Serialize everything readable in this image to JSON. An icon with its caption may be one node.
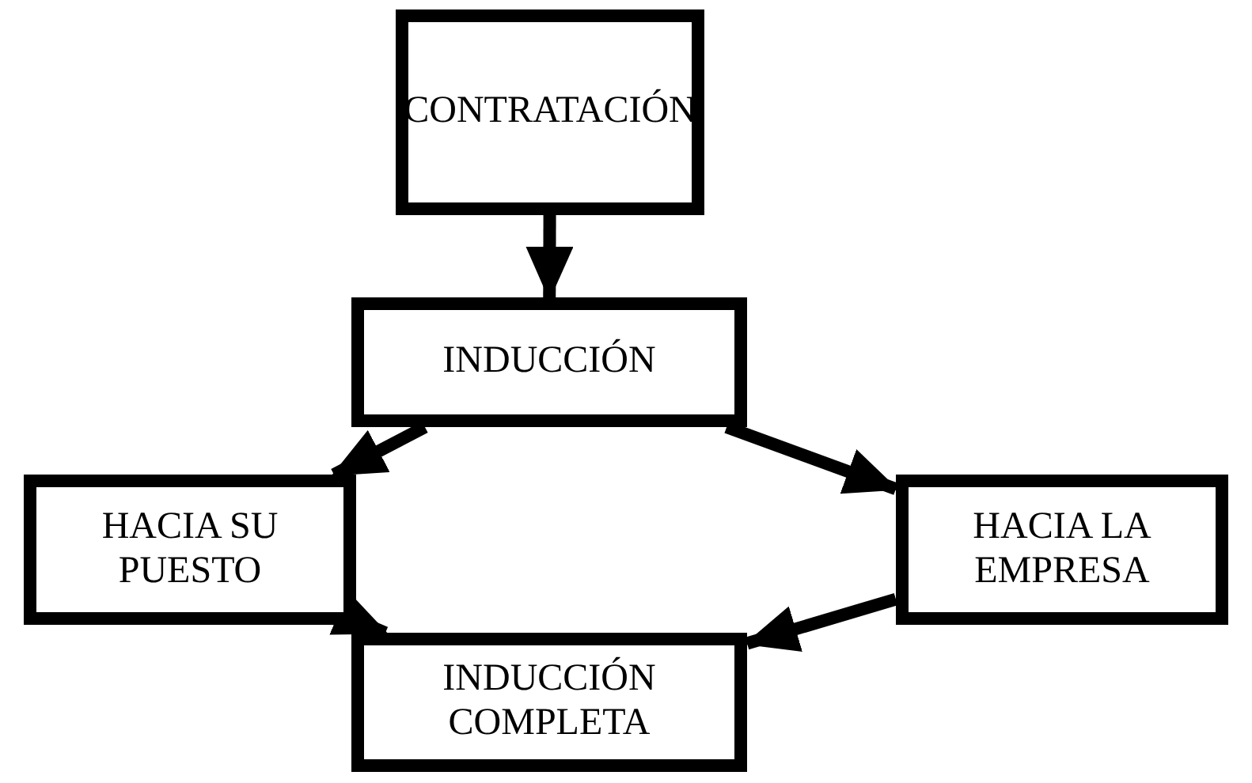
{
  "diagram": {
    "nodes": [
      {
        "text": [
          "CONTRATACIÓN"
        ]
      },
      {
        "text": [
          "HACIA SU PUESTO"
        ]
      },
      {
        "text": [
          "INDUCCIÓN COMPLETA"
        ]
      },
      {
        "text": [
          "INDUCCIÓN"
        ]
      },
      {
        "text": [
          "HACIA LA EMPRESA"
        ]
      }
    ],
    "edges": [
      {
        "from": 0,
        "to": 3,
        "arrow": "to"
      },
      {
        "from": 3,
        "to": 1,
        "arrow": "to"
      },
      {
        "from": 3,
        "to": 4,
        "arrow": "to"
      },
      {
        "from": 1,
        "to": 2,
        "arrow": "to"
      },
      {
        "from": 4,
        "to": 2,
        "arrow": "to"
      }
    ]
  }
}
